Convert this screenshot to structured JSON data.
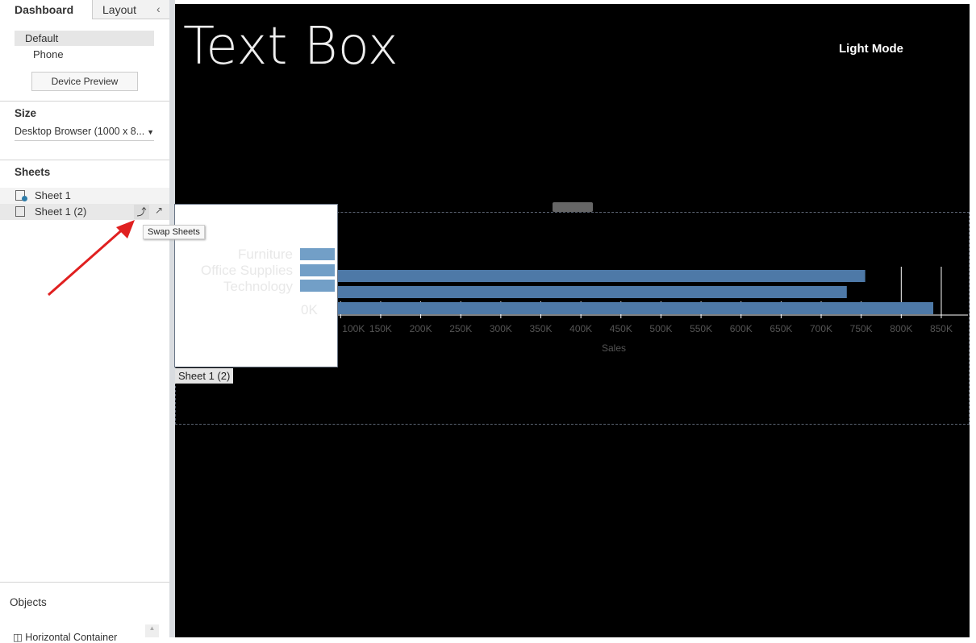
{
  "left_panel": {
    "tabs": [
      "Dashboard",
      "Layout"
    ],
    "devices": [
      "Default",
      "Phone"
    ],
    "device_preview": "Device Preview",
    "size_heading": "Size",
    "size_value": "Desktop Browser (1000 x 8...",
    "sheets_heading": "Sheets",
    "sheets": [
      "Sheet 1",
      "Sheet 1 (2)"
    ],
    "objects_heading": "Objects",
    "objects": [
      "Horizontal Container"
    ]
  },
  "tooltip": "Swap Sheets",
  "dashboard": {
    "title": "Text Box",
    "light_mode": "Light Mode",
    "sheet_caption": "Sheet 1 (2)"
  },
  "thumbnail": {
    "categories": [
      "Furniture",
      "Office Supplies",
      "Technology"
    ],
    "axis_label": "0K"
  },
  "chart_data": {
    "type": "bar",
    "orientation": "horizontal",
    "categories": [
      "Furniture",
      "Office Supplies",
      "Technology"
    ],
    "values": [
      755000,
      732000,
      840000
    ],
    "xlabel": "Sales",
    "ticks": [
      "100K",
      "150K",
      "200K",
      "250K",
      "300K",
      "350K",
      "400K",
      "450K",
      "500K",
      "550K",
      "600K",
      "650K",
      "700K",
      "750K",
      "800K",
      "850K"
    ],
    "tick_values": [
      100,
      150,
      200,
      250,
      300,
      350,
      400,
      450,
      500,
      550,
      600,
      650,
      700,
      750,
      800,
      850
    ],
    "bar_color": "#4e79a7"
  }
}
